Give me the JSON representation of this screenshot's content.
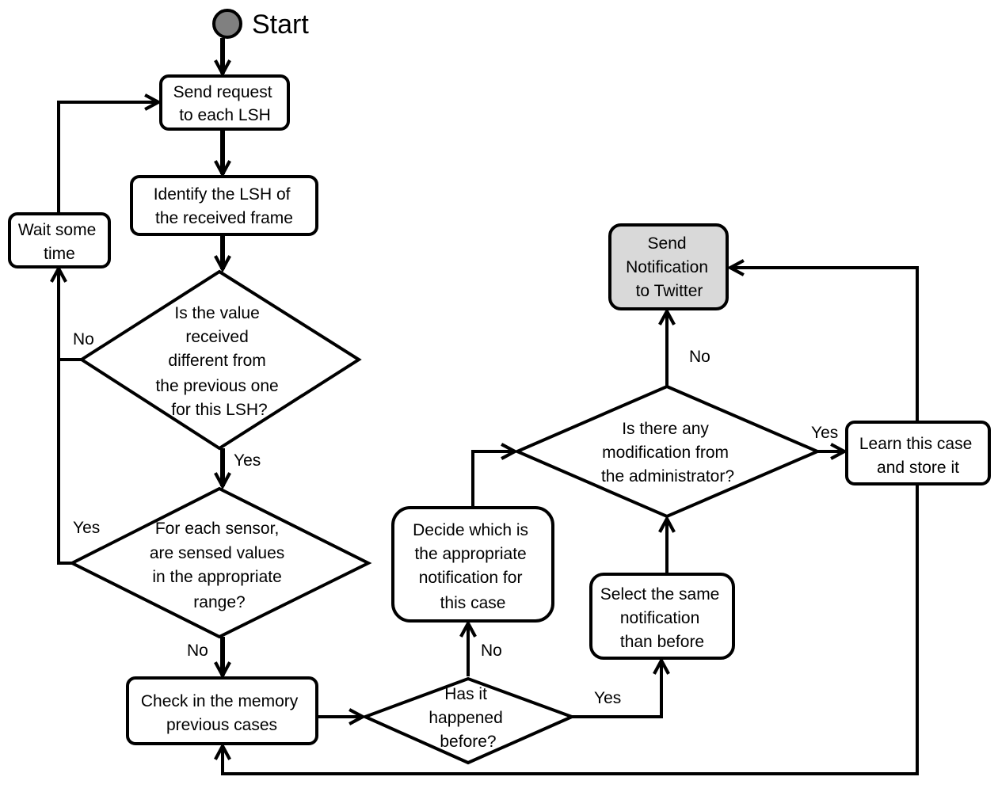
{
  "start": {
    "label": "Start"
  },
  "nodes": {
    "send_request": [
      "Send request",
      "to each LSH"
    ],
    "identify_lsh": [
      "Identify the  LSH of",
      "the received frame"
    ],
    "wait": [
      "Wait some",
      "time"
    ],
    "value_diff": [
      "Is the value",
      "received",
      "different from",
      "the previous  one",
      "for this LSH?"
    ],
    "sensor_range": [
      "For each sensor,",
      "are sensed values",
      "in the appropriate",
      "range?"
    ],
    "check_memory": [
      "Check in the  memory",
      "previous cases"
    ],
    "happened_before": [
      "Has it",
      "happened",
      "before?"
    ],
    "decide_notification": [
      "Decide which is",
      "the appropriate",
      "notification for",
      "this case"
    ],
    "select_same": [
      "Select the same",
      "notification",
      "than before"
    ],
    "admin_modification": [
      "Is there any",
      "modification from",
      "the administrator?"
    ],
    "learn_case": [
      "Learn this case",
      "and store  it"
    ],
    "send_twitter": [
      "Send",
      "Notification",
      "to Twitter"
    ]
  },
  "edge_labels": {
    "value_diff_no": "No",
    "value_diff_yes": "Yes",
    "sensor_yes": "Yes",
    "sensor_no": "No",
    "happened_no": "No",
    "happened_yes": "Yes",
    "admin_no": "No",
    "admin_yes": "Yes"
  },
  "colors": {
    "highlight_fill": "#d9d9d9",
    "start_circle": "#808080"
  }
}
